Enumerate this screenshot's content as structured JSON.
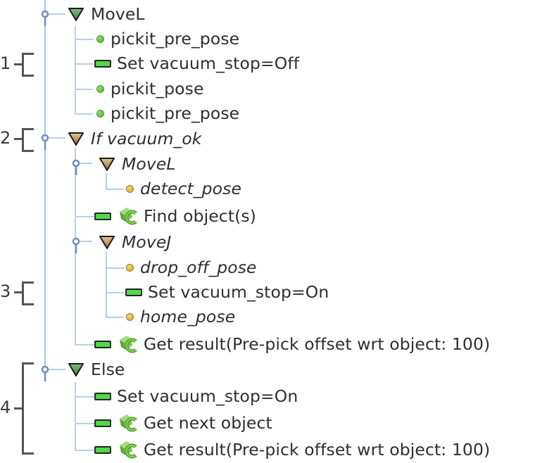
{
  "tree": {
    "rows": [
      {
        "label": "MoveL",
        "type": "node",
        "icon": "triangle-green-icon",
        "italic": false
      },
      {
        "label": "pickit_pre_pose",
        "type": "waypoint",
        "icon": "green-dot-icon",
        "italic": false
      },
      {
        "label": "Set vacuum_stop=Off",
        "type": "set",
        "icon": "green-bar-icon",
        "italic": false
      },
      {
        "label": "pickit_pose",
        "type": "waypoint",
        "icon": "green-dot-icon",
        "italic": false
      },
      {
        "label": "pickit_pre_pose",
        "type": "waypoint",
        "icon": "green-dot-icon",
        "italic": false
      },
      {
        "label": "If vacuum_ok",
        "type": "node",
        "icon": "triangle-tan-icon",
        "italic": true
      },
      {
        "label": "MoveL",
        "type": "node",
        "icon": "triangle-tan-icon",
        "italic": true
      },
      {
        "label": "detect_pose",
        "type": "waypoint",
        "icon": "yellow-dot-icon",
        "italic": true
      },
      {
        "label": "Find object(s)",
        "type": "pickit",
        "icon": "pickit-icon",
        "italic": false
      },
      {
        "label": "MoveJ",
        "type": "node",
        "icon": "triangle-tan-icon",
        "italic": true
      },
      {
        "label": "drop_off_pose",
        "type": "waypoint",
        "icon": "yellow-dot-icon",
        "italic": true
      },
      {
        "label": "Set vacuum_stop=On",
        "type": "set",
        "icon": "green-bar-icon",
        "italic": false
      },
      {
        "label": "home_pose",
        "type": "waypoint",
        "icon": "yellow-dot-icon",
        "italic": true
      },
      {
        "label": "Get result(Pre-pick offset wrt object: 100)",
        "type": "pickit",
        "icon": "pickit-icon",
        "italic": false
      },
      {
        "label": "Else",
        "type": "node",
        "icon": "triangle-green-icon",
        "italic": false
      },
      {
        "label": "Set vacuum_stop=On",
        "type": "set",
        "icon": "green-bar-icon",
        "italic": false
      },
      {
        "label": "Get next object",
        "type": "pickit",
        "icon": "pickit-icon",
        "italic": false
      },
      {
        "label": "Get result(Pre-pick offset wrt object: 100)",
        "type": "pickit",
        "icon": "pickit-icon",
        "italic": false
      }
    ]
  },
  "annotations": [
    {
      "number": "1"
    },
    {
      "number": "2"
    },
    {
      "number": "3"
    },
    {
      "number": "4"
    }
  ],
  "colors": {
    "tree_line": "#b9cfe6",
    "pin": "#6d8cc4",
    "triangle_green": "#4f9a4f",
    "triangle_tan": "#b8925a",
    "waypoint_green": "#4cc22e",
    "waypoint_yellow": "#e0b830",
    "set_bar": "#53d64b"
  }
}
